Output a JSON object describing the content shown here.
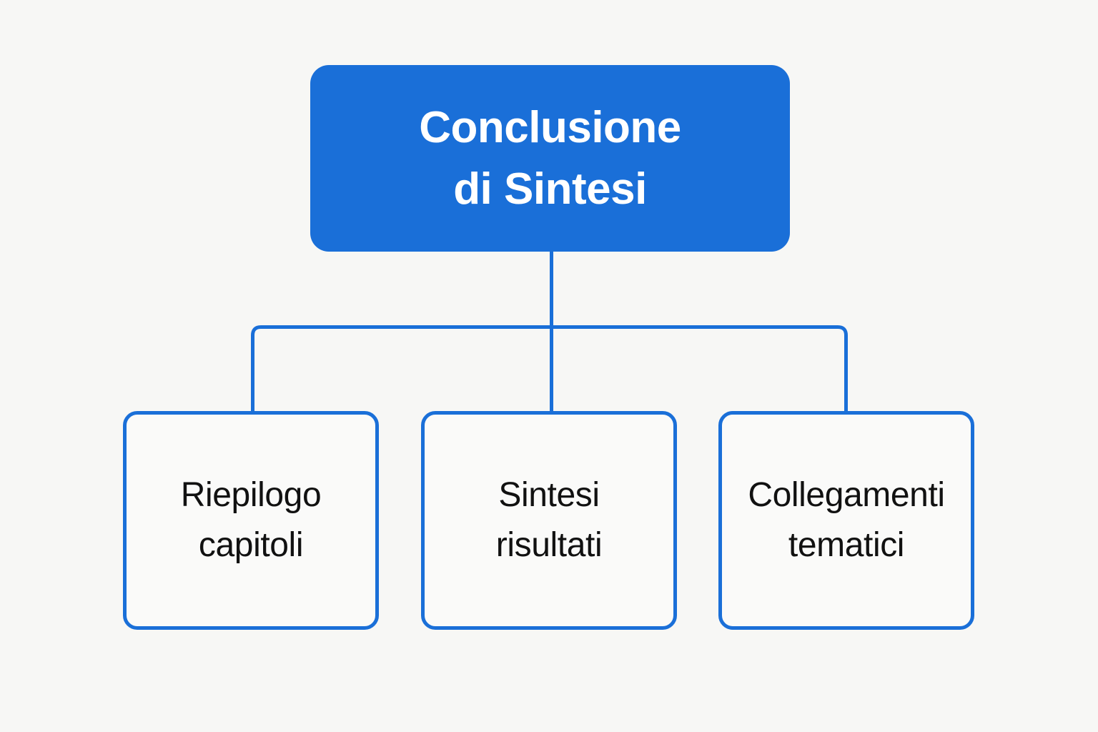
{
  "diagram": {
    "type": "org-tree",
    "orientation": "top-down",
    "background_color": "#f7f7f5",
    "accent_color": "#1a6fd8",
    "root": {
      "label": "Conclusione\ndi Sintesi",
      "line1": "Conclusione",
      "line2": "di Sintesi",
      "fill_color": "#1a6fd8",
      "text_color": "#ffffff"
    },
    "children": [
      {
        "label": "Riepilogo\ncapitoli",
        "line1": "Riepilogo",
        "line2": "capitoli",
        "fill_color": "#fafaf9",
        "border_color": "#1a6fd8",
        "text_color": "#111111"
      },
      {
        "label": "Sintesi\nrisultati",
        "line1": "Sintesi",
        "line2": "risultati",
        "fill_color": "#fafaf9",
        "border_color": "#1a6fd8",
        "text_color": "#111111"
      },
      {
        "label": "Collegamenti\ntematici",
        "line1": "Collegamenti",
        "line2": "tematici",
        "fill_color": "#fafaf9",
        "border_color": "#1a6fd8",
        "text_color": "#111111"
      }
    ],
    "connectors": {
      "stroke_color": "#1a6fd8",
      "stroke_width": 5,
      "style": "orthogonal-rounded"
    }
  }
}
